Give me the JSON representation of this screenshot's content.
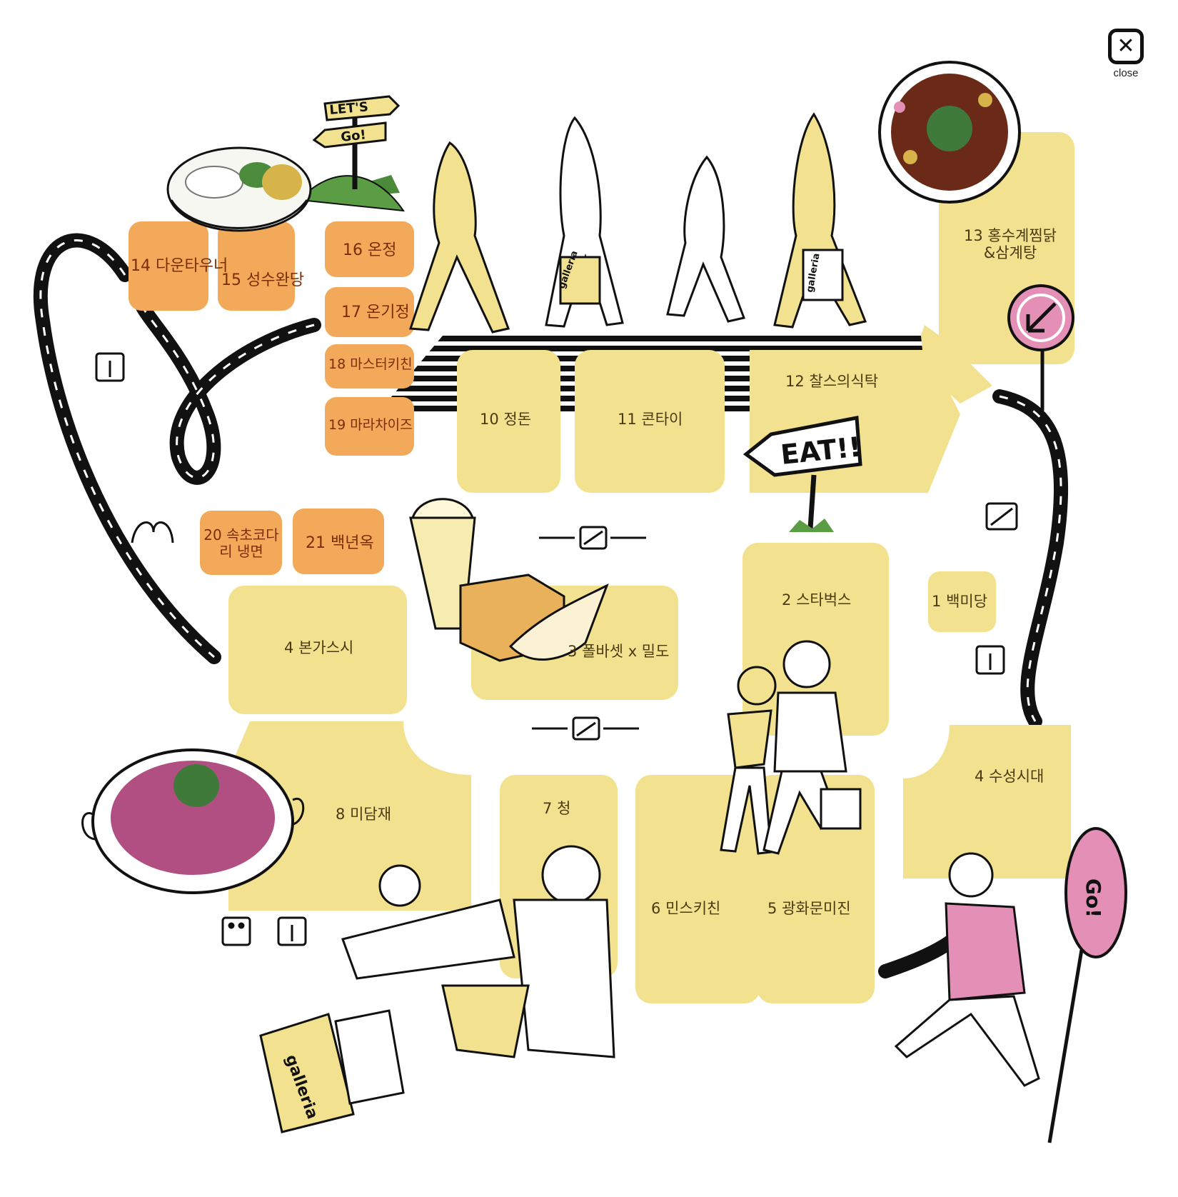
{
  "close_button": {
    "label": "close"
  },
  "signs": {
    "lets": "LET'S",
    "go": "Go!",
    "eat": "EAT!!",
    "go_round": "Go!"
  },
  "bag_brand": "galleria",
  "colors": {
    "store_yellow": "#f2e28f",
    "store_orange": "#f3a95a",
    "road": "#111111",
    "sign_pink": "#e48fb6"
  },
  "stores": [
    {
      "number": "1",
      "name": "백미당"
    },
    {
      "number": "2",
      "name": "스타벅스"
    },
    {
      "number": "3",
      "name": "폴바셋 x 밀도"
    },
    {
      "number": "4",
      "name": "본가스시"
    },
    {
      "number": "4",
      "name": "수성시대"
    },
    {
      "number": "5",
      "name": "광화문미진"
    },
    {
      "number": "6",
      "name": "민스키친"
    },
    {
      "number": "7",
      "name": "청"
    },
    {
      "number": "8",
      "name": "미담재"
    },
    {
      "number": "10",
      "name": "정돈"
    },
    {
      "number": "11",
      "name": "콘타이"
    },
    {
      "number": "12",
      "name": "찰스의식탁"
    },
    {
      "number": "13",
      "name": "홍수계찜닭 &삼계탕"
    },
    {
      "number": "14",
      "name": "다운타우너"
    },
    {
      "number": "15",
      "name": "성수완당"
    },
    {
      "number": "16",
      "name": "온정"
    },
    {
      "number": "17",
      "name": "온기정"
    },
    {
      "number": "18",
      "name": "마스터키친"
    },
    {
      "number": "19",
      "name": "마라차이즈"
    },
    {
      "number": "20",
      "name": "속초코다리 냉면"
    },
    {
      "number": "21",
      "name": "백년옥"
    }
  ],
  "facility_icons": [
    "elevator-icon",
    "escalator-icon",
    "restroom-icon",
    "stairs-icon"
  ]
}
